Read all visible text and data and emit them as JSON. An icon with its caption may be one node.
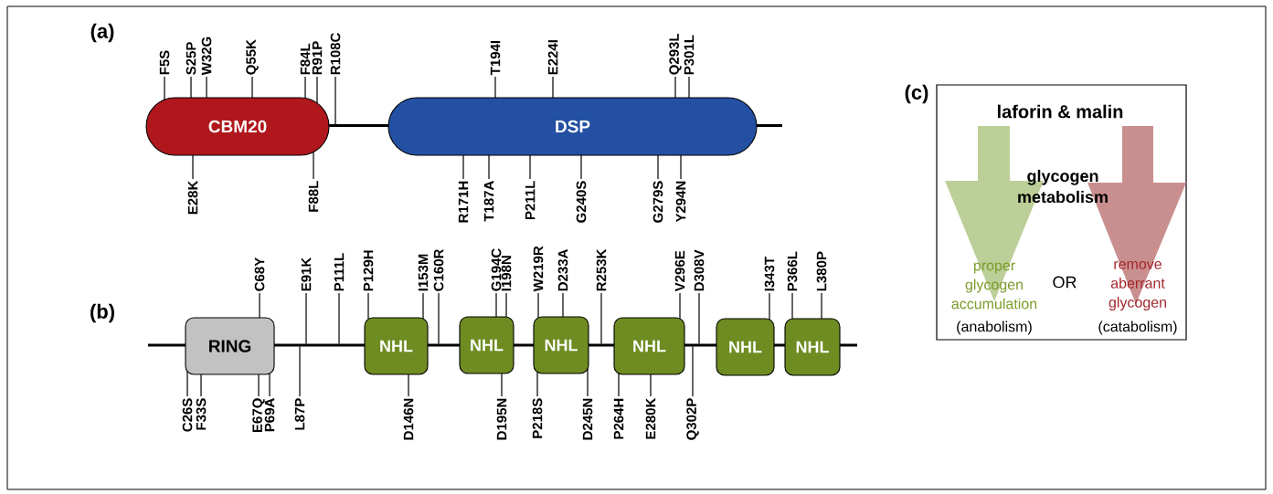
{
  "diagram": {
    "nodes": [
      {
        "text": [
          "CBM20"
        ]
      },
      {
        "text": [
          "DSP"
        ]
      },
      {
        "text": [
          "F5S"
        ]
      },
      {
        "text": [
          "S25P"
        ]
      },
      {
        "text": [
          "W32G"
        ]
      },
      {
        "text": [
          "Q55K"
        ]
      },
      {
        "text": [
          "F84L"
        ]
      },
      {
        "text": [
          "R91P"
        ]
      },
      {
        "text": [
          "R108C"
        ]
      },
      {
        "text": [
          "T194I"
        ]
      },
      {
        "text": [
          "E224I"
        ]
      },
      {
        "text": [
          "Q293L"
        ]
      },
      {
        "text": [
          "P301L"
        ]
      },
      {
        "text": [
          "E28K"
        ]
      },
      {
        "text": [
          "F88L"
        ]
      },
      {
        "text": [
          "R171H"
        ]
      },
      {
        "text": [
          "T187A"
        ]
      },
      {
        "text": [
          "P211L"
        ]
      },
      {
        "text": [
          "G240S"
        ]
      },
      {
        "text": [
          "G279S"
        ]
      },
      {
        "text": [
          "Y294N"
        ]
      },
      {
        "text": [
          "RING"
        ]
      },
      {
        "text": [
          "NHL"
        ]
      },
      {
        "text": [
          "NHL"
        ]
      },
      {
        "text": [
          "NHL"
        ]
      },
      {
        "text": [
          "NHL"
        ]
      },
      {
        "text": [
          "NHL"
        ]
      },
      {
        "text": [
          "NHL"
        ]
      },
      {
        "text": [
          "C68Y"
        ]
      },
      {
        "text": [
          "E91K"
        ]
      },
      {
        "text": [
          "P111L"
        ]
      },
      {
        "text": [
          "P129H"
        ]
      },
      {
        "text": [
          "I153M"
        ]
      },
      {
        "text": [
          "C160R"
        ]
      },
      {
        "text": [
          "G194C"
        ]
      },
      {
        "text": [
          "I198N"
        ]
      },
      {
        "text": [
          "W219R"
        ]
      },
      {
        "text": [
          "D233A"
        ]
      },
      {
        "text": [
          "R253K"
        ]
      },
      {
        "text": [
          "V296E"
        ]
      },
      {
        "text": [
          "D308V"
        ]
      },
      {
        "text": [
          "I343T"
        ]
      },
      {
        "text": [
          "P366L"
        ]
      },
      {
        "text": [
          "L380P"
        ]
      },
      {
        "text": [
          "C26S"
        ]
      },
      {
        "text": [
          "F33S"
        ]
      },
      {
        "text": [
          "E67Q"
        ]
      },
      {
        "text": [
          "P69A"
        ]
      },
      {
        "text": [
          "L87P"
        ]
      },
      {
        "text": [
          "D146N"
        ]
      },
      {
        "text": [
          "D195N"
        ]
      },
      {
        "text": [
          "P218S"
        ]
      },
      {
        "text": [
          "D245N"
        ]
      },
      {
        "text": [
          "P264H"
        ]
      },
      {
        "text": [
          "E280K"
        ]
      },
      {
        "text": [
          "Q302P"
        ]
      },
      {
        "text": [
          "laforin & malin",
          "glycogen metabolism",
          "proper glycogen accumulation",
          "(anabolism)",
          "OR",
          "remove aberrant glycogen",
          "(catabolism)"
        ]
      },
      {
        "text": [],
        "shape": "bar"
      },
      {
        "text": [],
        "shape": "bar"
      },
      {
        "text": [],
        "shape": "bar"
      },
      {
        "text": [],
        "shape": "bar"
      },
      {
        "text": [],
        "shape": "bar"
      },
      {
        "text": [],
        "shape": "bar"
      },
      {
        "text": [],
        "shape": "bar"
      },
      {
        "text": [],
        "shape": "bar"
      },
      {
        "text": [],
        "shape": "bar"
      },
      {
        "text": [],
        "shape": "bar"
      }
    ],
    "edges": [
      {
        "from": 2,
        "to": 0,
        "arrow": "none"
      },
      {
        "from": 3,
        "to": 0,
        "arrow": "none"
      },
      {
        "from": 4,
        "to": 0,
        "arrow": "none"
      },
      {
        "from": 5,
        "to": 0,
        "arrow": "none"
      },
      {
        "from": 6,
        "to": 0,
        "arrow": "none"
      },
      {
        "from": 7,
        "to": 0,
        "arrow": "none"
      },
      {
        "from": 8,
        "to": 57,
        "arrow": "none"
      },
      {
        "from": 9,
        "to": 1,
        "arrow": "none"
      },
      {
        "from": 10,
        "to": 1,
        "arrow": "none"
      },
      {
        "from": 11,
        "to": 1,
        "arrow": "none"
      },
      {
        "from": 12,
        "to": 1,
        "arrow": "none"
      },
      {
        "from": 13,
        "to": 0,
        "arrow": "none"
      },
      {
        "from": 14,
        "to": 0,
        "arrow": "none"
      },
      {
        "from": 15,
        "to": 1,
        "arrow": "none"
      },
      {
        "from": 16,
        "to": 1,
        "arrow": "none"
      },
      {
        "from": 17,
        "to": 1,
        "arrow": "none"
      },
      {
        "from": 18,
        "to": 1,
        "arrow": "none"
      },
      {
        "from": 19,
        "to": 1,
        "arrow": "none"
      },
      {
        "from": 20,
        "to": 1,
        "arrow": "none"
      },
      {
        "from": 28,
        "to": 21,
        "arrow": "none"
      },
      {
        "from": 29,
        "to": 60,
        "arrow": "none"
      },
      {
        "from": 30,
        "to": 60,
        "arrow": "none"
      },
      {
        "from": 31,
        "to": 22,
        "arrow": "none"
      },
      {
        "from": 32,
        "to": 22,
        "arrow": "none"
      },
      {
        "from": 33,
        "to": 61,
        "arrow": "none"
      },
      {
        "from": 34,
        "to": 23,
        "arrow": "none"
      },
      {
        "from": 35,
        "to": 23,
        "arrow": "none"
      },
      {
        "from": 36,
        "to": 24,
        "arrow": "none"
      },
      {
        "from": 37,
        "to": 24,
        "arrow": "none"
      },
      {
        "from": 38,
        "to": 63,
        "arrow": "none"
      },
      {
        "from": 39,
        "to": 25,
        "arrow": "none"
      },
      {
        "from": 40,
        "to": 64,
        "arrow": "none"
      },
      {
        "from": 41,
        "to": 26,
        "arrow": "none"
      },
      {
        "from": 42,
        "to": 27,
        "arrow": "none"
      },
      {
        "from": 43,
        "to": 27,
        "arrow": "none"
      },
      {
        "from": 44,
        "to": 21,
        "arrow": "none"
      },
      {
        "from": 45,
        "to": 21,
        "arrow": "none"
      },
      {
        "from": 46,
        "to": 21,
        "arrow": "none"
      },
      {
        "from": 47,
        "to": 21,
        "arrow": "none"
      },
      {
        "from": 48,
        "to": 60,
        "arrow": "none"
      },
      {
        "from": 49,
        "to": 22,
        "arrow": "none"
      },
      {
        "from": 50,
        "to": 23,
        "arrow": "none"
      },
      {
        "from": 51,
        "to": 24,
        "arrow": "none"
      },
      {
        "from": 52,
        "to": 24,
        "arrow": "none"
      },
      {
        "from": 53,
        "to": 25,
        "arrow": "none"
      },
      {
        "from": 54,
        "to": 25,
        "arrow": "none"
      },
      {
        "from": 55,
        "to": 64,
        "arrow": "none"
      }
    ],
    "labels": [
      "(a)",
      "(b)",
      "(c)"
    ]
  }
}
